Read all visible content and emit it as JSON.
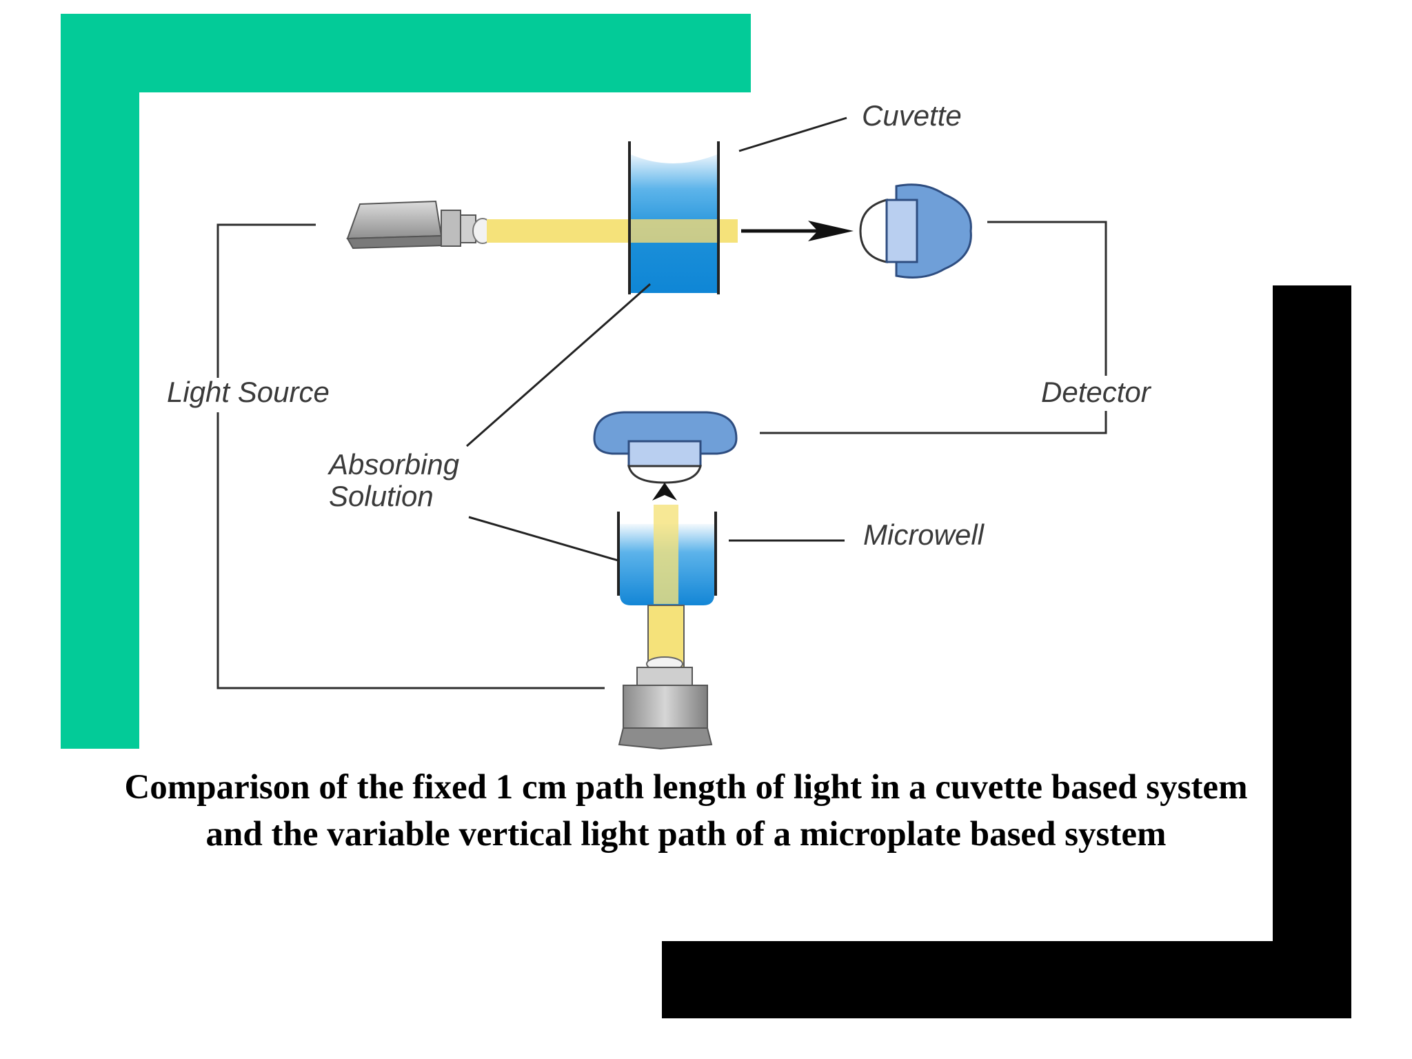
{
  "diagram": {
    "labels": {
      "cuvette": "Cuvette",
      "light_source": "Light Source",
      "detector": "Detector",
      "absorbing_line1": "Absorbing",
      "absorbing_line2": "Solution",
      "microwell": "Microwell"
    },
    "colors": {
      "frame_green": "#03cb98",
      "frame_black": "#000000",
      "light_beam": "#f5e27a",
      "solution_blue": "#1b8fd8",
      "detector_blue": "#6f9fd8"
    }
  },
  "caption": "Comparison of the fixed 1 cm path length of light in a cuvette based system and the variable vertical light path of a microplate based system"
}
